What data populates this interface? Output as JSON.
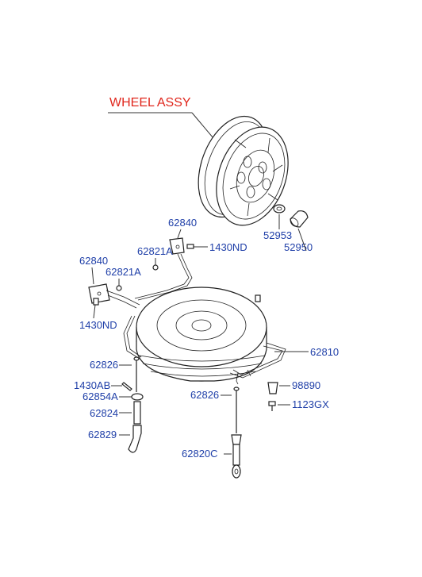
{
  "diagram": {
    "title": "WHEEL ASSY",
    "colors": {
      "label": "#1f3fa8",
      "title": "#e0261c",
      "lines": "#333333"
    },
    "labels": {
      "p52953": "52953",
      "p52950": "52950",
      "p62840_top": "62840",
      "p1430nd_top": "1430ND",
      "p62821a_top": "62821A",
      "p62840_left": "62840",
      "p62821a_left": "62821A",
      "p1430nd_left": "1430ND",
      "p62810": "62810",
      "p62826_left": "62826",
      "p1430ab": "1430AB",
      "p62854a": "62854A",
      "p62824": "62824",
      "p62829": "62829",
      "p62826_mid": "62826",
      "p98890": "98890",
      "p1123gx": "1123GX",
      "p62820c": "62820C"
    }
  }
}
